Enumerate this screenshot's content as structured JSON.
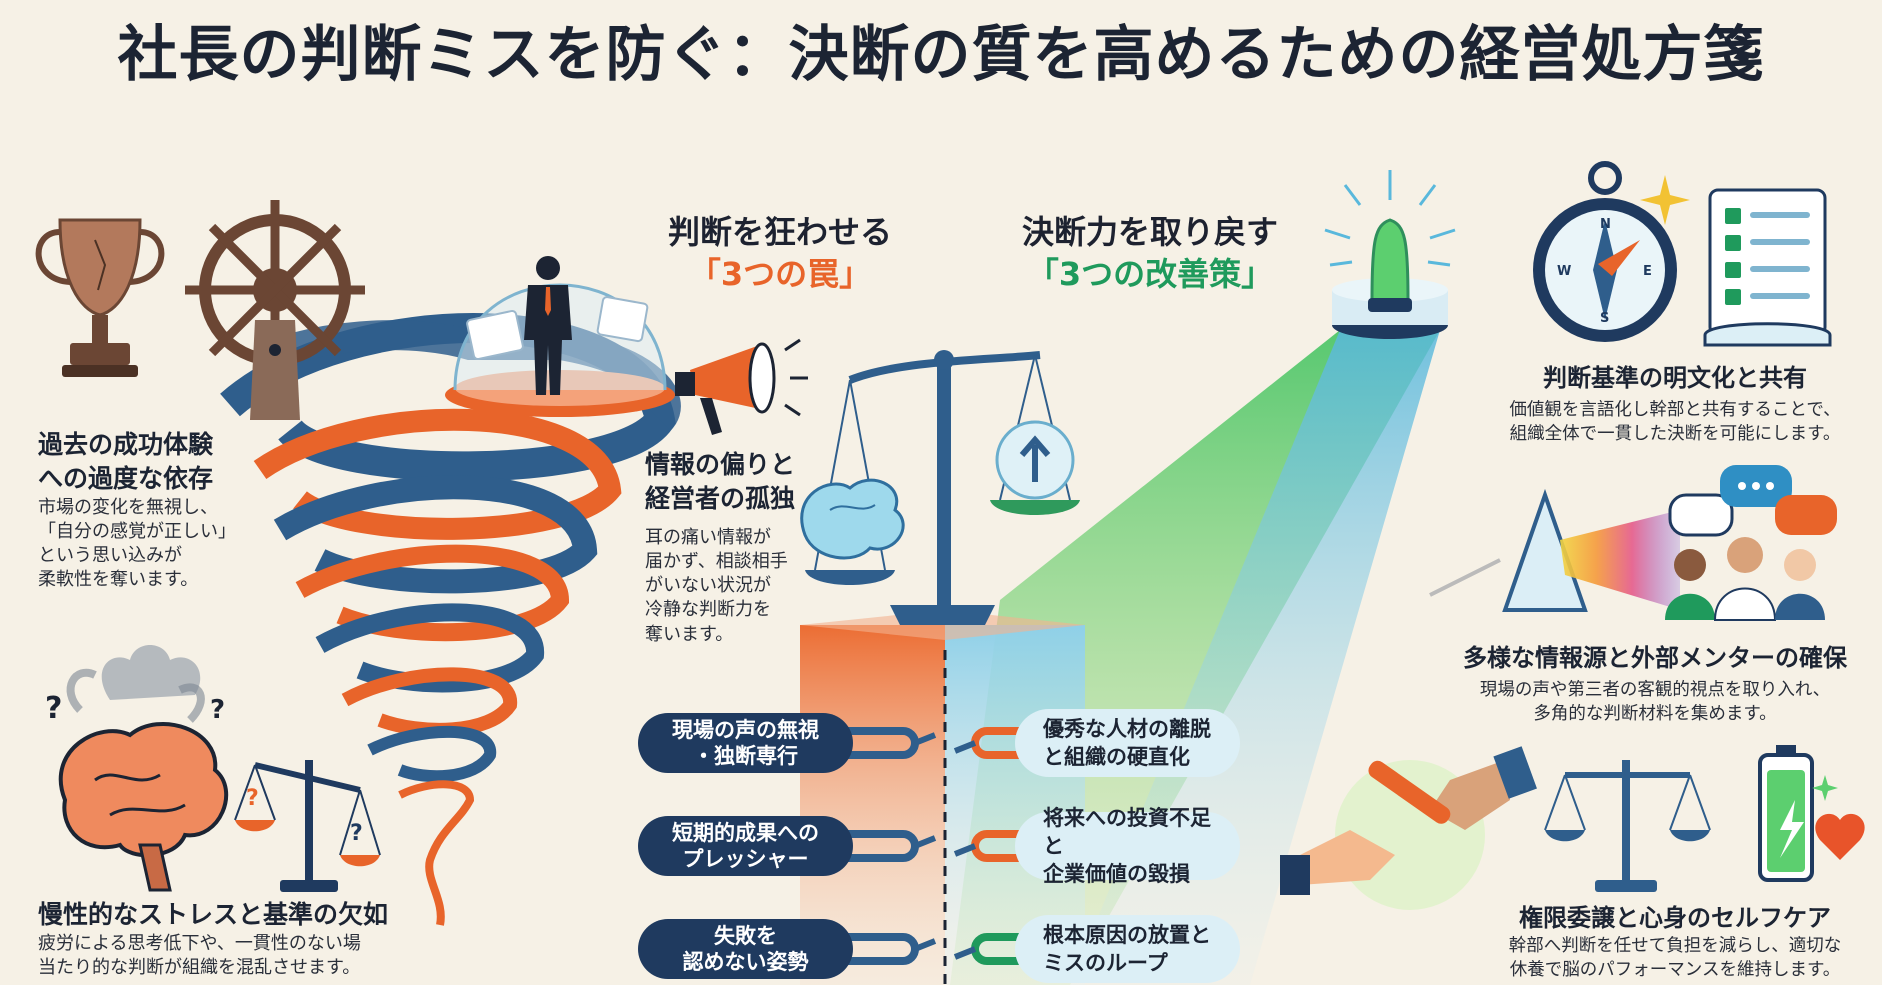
{
  "title": "社長の判断ミスを防ぐ：決断の質を高めるための経営処方箋",
  "traps_heading": {
    "line1": "判断を狂わせる",
    "line2": "「3つの罠」"
  },
  "fixes_heading": {
    "line1": "決断力を取り戻す",
    "line2": "「3つの改善策」"
  },
  "traps": [
    {
      "title_lines": [
        "過去の成功体験",
        "への過度な依存"
      ],
      "body_lines": [
        "市場の変化を無視し、",
        "「自分の感覚が正しい」",
        "という思い込みが",
        "柔軟性を奪います。"
      ]
    },
    {
      "title_lines": [
        "情報の偏りと",
        "経営者の孤独"
      ],
      "body_lines": [
        "耳の痛い情報が",
        "届かず、相談相手",
        "がいない状況が",
        "冷静な判断力を",
        "奪います。"
      ]
    },
    {
      "title_lines": [
        "慢性的なストレスと基準の欠如"
      ],
      "body_lines": [
        "疲労による思考低下や、一貫性のない場",
        "当たり的な判断が組織を混乱させます。"
      ]
    }
  ],
  "fixes": [
    {
      "title": "判断基準の明文化と共有",
      "body_lines": [
        "価値観を言語化し幹部と共有することで、",
        "組織全体で一貫した決断を可能にします。"
      ]
    },
    {
      "title": "多様な情報源と外部メンターの確保",
      "body_lines": [
        "現場の声や第三者の客観的視点を取り入れ、",
        "多角的な判断材料を集めます。"
      ]
    },
    {
      "title": "権限委譲と心身のセルフケア",
      "body_lines": [
        "幹部へ判断を任せて負担を減らし、適切な",
        "休養で脳のパフォーマンスを維持します。"
      ]
    }
  ],
  "chains": [
    {
      "cause_lines": [
        "現場の声の無視",
        "・独断専行"
      ],
      "effect_lines": [
        "優秀な人材の離脱",
        "と組織の硬直化"
      ]
    },
    {
      "cause_lines": [
        "短期的成果への",
        "プレッシャー"
      ],
      "effect_lines": [
        "将来への投資不足と",
        "企業価値の毀損"
      ]
    },
    {
      "cause_lines": [
        "失敗を",
        "認めない姿勢"
      ],
      "effect_lines": [
        "根本原因の放置と",
        "ミスのループ"
      ]
    }
  ],
  "colors": {
    "background": "#f6f1e6",
    "navy": "#1f3a5f",
    "orange": "#e8642a",
    "green": "#1f9a5c",
    "light_blue": "#dceff6"
  },
  "icons": [
    "trophy-icon",
    "ship-wheel-icon",
    "glass-dome-icon",
    "megaphone-icon",
    "spiral-vortex-icon",
    "balance-scale-icon",
    "brain-icon",
    "smoke-icon",
    "beacon-light-icon",
    "compass-icon",
    "checklist-icon",
    "sparkle-icon",
    "prism-icon",
    "speech-bubbles-icon",
    "people-icon",
    "handshake-baton-icon",
    "battery-heart-icon",
    "broken-chain-icon"
  ]
}
